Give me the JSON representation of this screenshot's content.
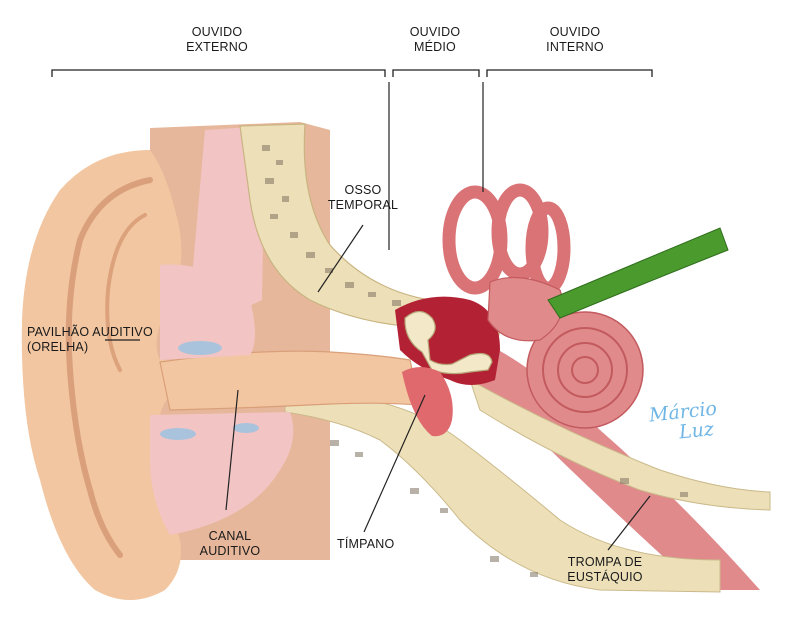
{
  "sections": {
    "external": [
      "OUVIDO",
      "EXTERNO"
    ],
    "middle": [
      "OUVIDO",
      "MÉDIO"
    ],
    "internal": [
      "OUVIDO",
      "INTERNO"
    ]
  },
  "labels": {
    "temporal_bone": [
      "OSSO",
      "TEMPORAL"
    ],
    "pinna": [
      "PAVILHÃO AUDITIVO",
      "(ORELHA)"
    ],
    "ear_canal": [
      "CANAL",
      "AUDITIVO"
    ],
    "eardrum": "TÍMPANO",
    "eustachian_tube": [
      "TROMPA DE",
      "EUSTÁQUIO"
    ]
  },
  "signature": [
    "Márcio",
    "Luz"
  ]
}
